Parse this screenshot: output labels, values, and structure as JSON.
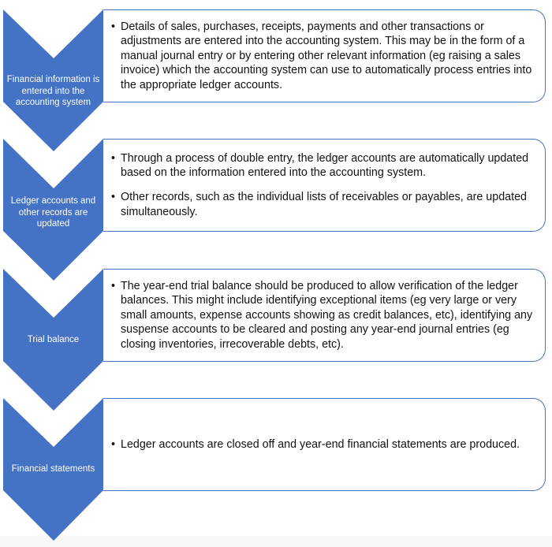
{
  "colors": {
    "accent": "#4472C4",
    "box_border": "#4472C4",
    "label_text": "#FFFFFF",
    "body_text": "#111111"
  },
  "bullet_glyph": "•",
  "steps": [
    {
      "label": "Financial information is entered into the accounting system",
      "bullets": [
        "Details of sales, purchases, receipts, payments and other transactions or adjustments are entered into the accounting system. This may be in the form of a manual journal entry or by entering other relevant information (eg raising a sales invoice) which the accounting system can use to automatically process entries into the appropriate ledger accounts."
      ]
    },
    {
      "label": "Ledger accounts and other records are updated",
      "bullets": [
        "Through a process of double entry, the ledger accounts are automatically updated based on the information entered into the accounting system.",
        "Other records, such as the individual lists of receivables or payables, are updated simultaneously."
      ]
    },
    {
      "label": "Trial balance",
      "bullets": [
        "The year-end trial balance should be produced to allow verification of the ledger balances. This might include identifying exceptional items (eg very large or very small amounts, expense accounts showing as credit balances, etc), identifying any suspense accounts to be cleared and posting any year-end journal entries (eg closing inventories, irrecoverable debts, etc)."
      ]
    },
    {
      "label": "Financial statements",
      "bullets": [
        "Ledger accounts are closed off and year-end financial statements are produced."
      ]
    }
  ]
}
